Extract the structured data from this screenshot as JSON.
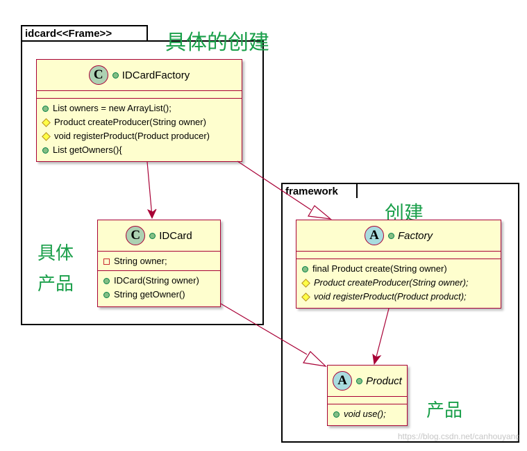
{
  "packages": {
    "idcard": {
      "title": "idcard<<Frame>>"
    },
    "framework": {
      "title": "framework"
    }
  },
  "annotations": {
    "concrete_creation": "具体的创建",
    "concrete_product_line1": "具体",
    "concrete_product_line2": "产品",
    "creation": "创建",
    "product": "产品"
  },
  "classes": {
    "idcard_factory": {
      "badge": "C",
      "name": "IDCardFactory",
      "members": [
        {
          "visibility": "public",
          "text": "List owners = new ArrayList();"
        },
        {
          "visibility": "protected",
          "text": "Product createProducer(String owner)"
        },
        {
          "visibility": "protected",
          "text": "void registerProduct(Product producer)"
        },
        {
          "visibility": "public",
          "text": "List getOwners(){"
        }
      ]
    },
    "idcard": {
      "badge": "C",
      "name": "IDCard",
      "fields": [
        {
          "visibility": "private",
          "text": "String owner;"
        }
      ],
      "methods": [
        {
          "visibility": "public",
          "text": "IDCard(String owner)"
        },
        {
          "visibility": "public",
          "text": "String getOwner()"
        }
      ]
    },
    "factory": {
      "badge": "A",
      "name": "Factory",
      "methods": [
        {
          "visibility": "public",
          "text": "final Product create(String owner)"
        },
        {
          "visibility": "protected",
          "text": "Product createProducer(String owner);"
        },
        {
          "visibility": "protected",
          "text": "void registerProduct(Product product);"
        }
      ]
    },
    "product": {
      "badge": "A",
      "name": "Product",
      "methods": [
        {
          "visibility": "public",
          "text": "void use();"
        }
      ]
    }
  },
  "watermark": "https://blog.csdn.net/canhouyang",
  "colors": {
    "class_fill": "#FEFECE",
    "class_border": "#A80036",
    "class_badge": "#ADD1B2",
    "abstract_badge": "#A9DCDF",
    "annotation_text": "#1a9f4a"
  }
}
